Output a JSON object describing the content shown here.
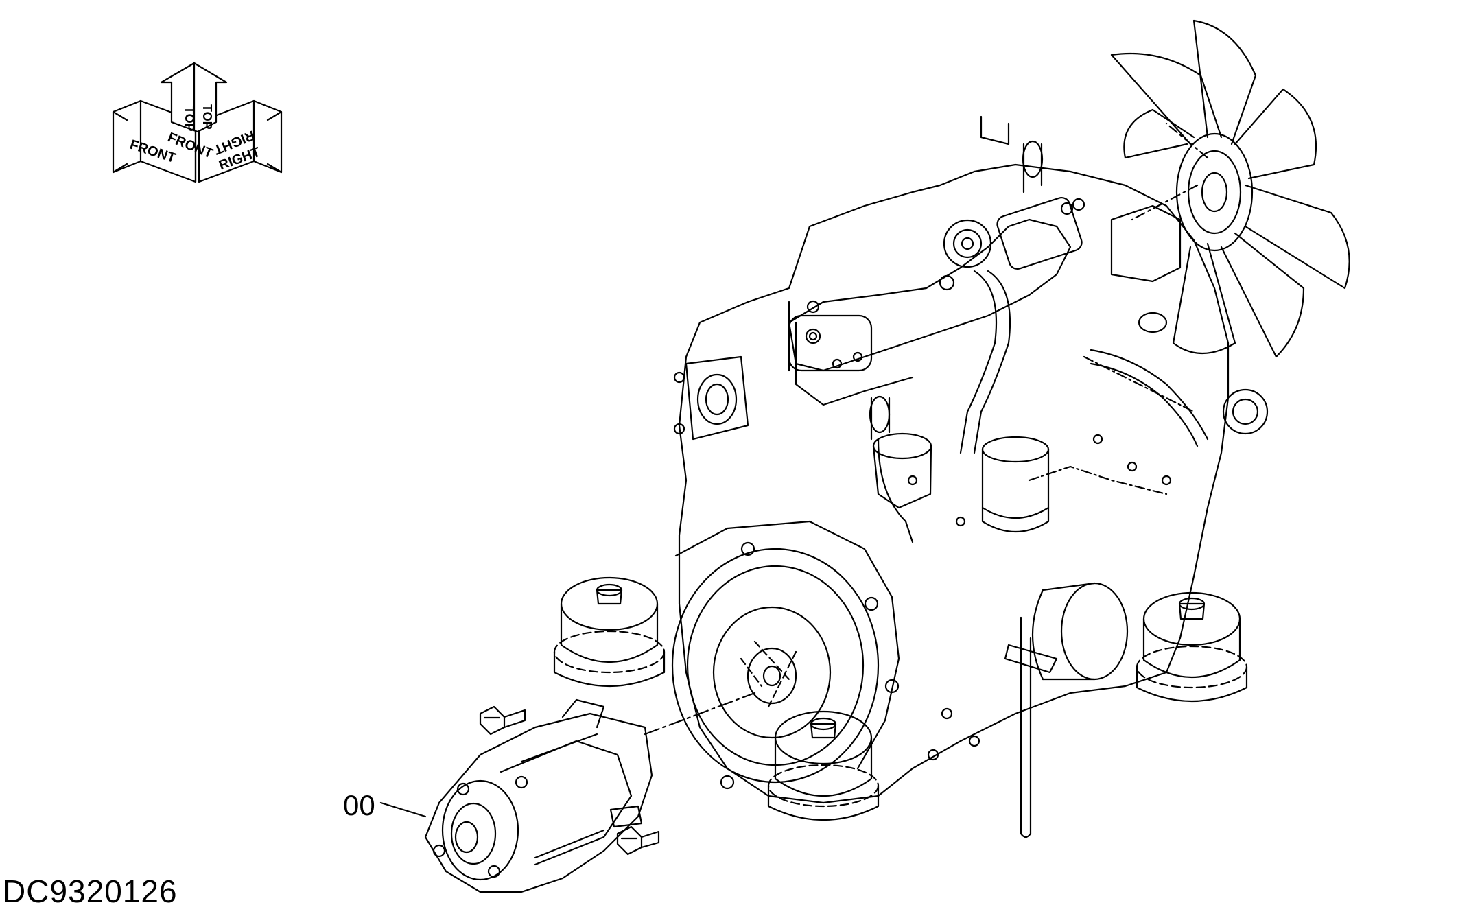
{
  "orientation_indicator": {
    "front_label": "FRONT",
    "front_mirror_label": "FRONT",
    "top_label": "TOP",
    "top_mirror_label": "TOP",
    "right_label": "RIGHT",
    "right_mirror_label": "RIGHT"
  },
  "callouts": [
    {
      "label": "00"
    }
  ],
  "drawing_id": "DC9320126"
}
